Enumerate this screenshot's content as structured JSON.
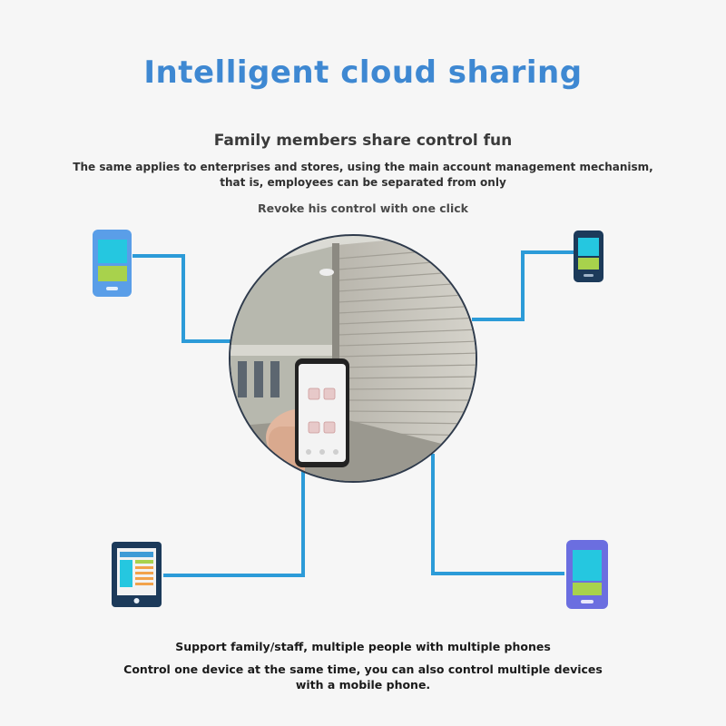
{
  "header": {
    "title": "Intelligent cloud sharing",
    "subtitle": "Family members share control fun",
    "description": "The same applies to enterprises and stores, using the main account management mechanism, that is, employees can be separated from only",
    "revoke_text": "Revoke his control with one click"
  },
  "footer": {
    "line1": "Support family/staff, multiple people with multiple phones",
    "line2": "Control one device at the same time, you can also control multiple devices with a mobile phone."
  },
  "colors": {
    "title": "#3e88d2",
    "connector": "#2c9bd8",
    "phone_light_blue": "#5a9ee8",
    "phone_dark": "#1c3a5a",
    "phone_purple": "#6b6ee0",
    "screen_cyan": "#25c7e0",
    "screen_green": "#a8d24c"
  },
  "devices": [
    {
      "icon": "phone-icon",
      "color": "light-blue"
    },
    {
      "icon": "phone-icon",
      "color": "dark-navy"
    },
    {
      "icon": "tablet-icon",
      "color": "dark-navy"
    },
    {
      "icon": "phone-icon",
      "color": "purple"
    }
  ],
  "center_photo": {
    "icon": "rolling-shutter-door-photo"
  }
}
